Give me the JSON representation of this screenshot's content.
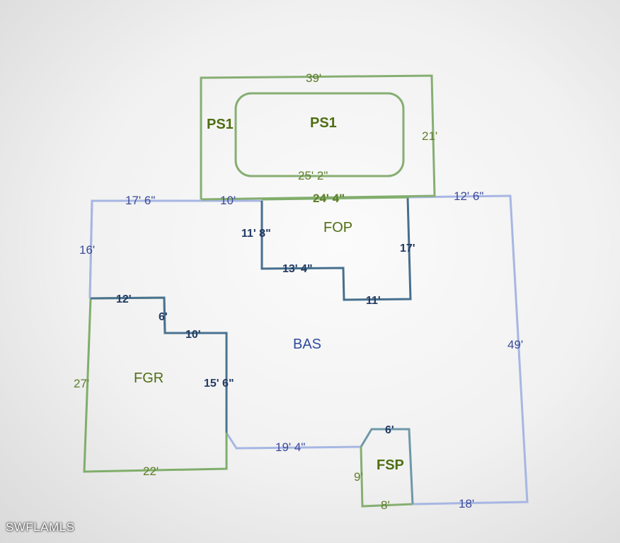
{
  "watermark": "SWFLAMLS",
  "colors": {
    "bas_line": "#9fb0e0",
    "green_line": "#7fae6a",
    "navy_line": "#3e6c8c",
    "fsp_line": "#6e98a8"
  },
  "areas": {
    "pool_outer": "PS1",
    "pool_inner": "PS1",
    "fop": "FOP",
    "bas": "BAS",
    "fgr": "FGR",
    "fsp": "FSP"
  },
  "dimensions": {
    "pool_top": "39'",
    "pool_right": "21'",
    "pool_inner_bottom": "25' 2\"",
    "bas_top_left": "17' 6\"",
    "bas_top_mid": "10'",
    "fop_top": "24' 4\"",
    "bas_top_right": "12' 6\"",
    "bas_left_upper": "16'",
    "fop_left": "11' 8\"",
    "fop_right": "17'",
    "fop_step": "13' 4\"",
    "fop_bottom": "11'",
    "fgr_top": "12'",
    "fgr_step_v": "6'",
    "fgr_step_h": "10'",
    "fgr_left": "27'",
    "fgr_right": "15' 6\"",
    "fgr_bottom": "22'",
    "bas_right": "49'",
    "bas_bottom_mid": "19' 4\"",
    "fsp_top": "6'",
    "fsp_left": "9'",
    "fsp_bottom": "8'",
    "bas_bottom_right": "18'"
  }
}
